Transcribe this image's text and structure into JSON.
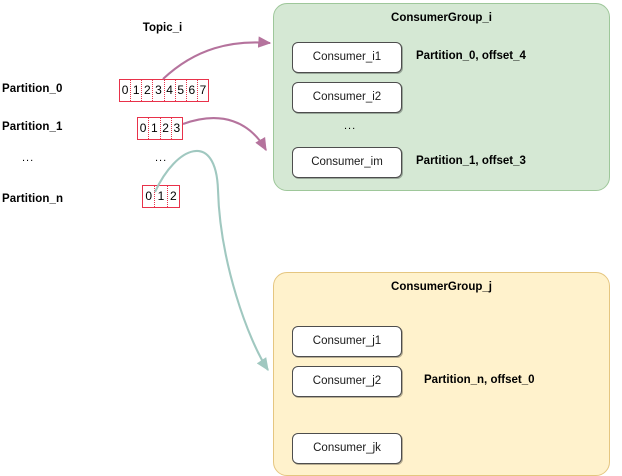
{
  "topic": {
    "title": "Topic_i",
    "partitions": [
      {
        "label": "Partition_0",
        "cells": [
          "0",
          "1",
          "2",
          "3",
          "4",
          "5",
          "6",
          "7"
        ]
      },
      {
        "label": "Partition_1",
        "cells": [
          "0",
          "1",
          "2",
          "3"
        ]
      },
      {
        "label": "...",
        "cells_ellipsis": "..."
      },
      {
        "label": "Partition_n",
        "cells": [
          "0",
          "1",
          "2"
        ]
      }
    ]
  },
  "groups": [
    {
      "title": "ConsumerGroup_i",
      "color": "#d5e8d4",
      "border_color": "#9ec79a",
      "consumers": [
        {
          "label": "Consumer_i1"
        },
        {
          "label": "Consumer_i2"
        },
        {
          "label": "..."
        },
        {
          "label": "Consumer_im"
        }
      ],
      "assignments": [
        {
          "label": "Partition_0, offset_4"
        },
        {
          "label": "Partition_1, offset_3"
        }
      ]
    },
    {
      "title": "ConsumerGroup_j",
      "color": "#fff2cc",
      "border_color": "#e5c680",
      "consumers": [
        {
          "label": "Consumer_j1"
        },
        {
          "label": "Consumer_j2"
        },
        {
          "label": "Consumer_jk"
        }
      ],
      "assignments": [
        {
          "label": "Partition_n, offset_0"
        }
      ]
    }
  ],
  "arrows": [
    {
      "name": "partition0-to-consumer-i1",
      "color": "#b5739d",
      "from": "Partition_0",
      "to": "Consumer_i1"
    },
    {
      "name": "partition1-to-consumer-im",
      "color": "#b5739d",
      "from": "Partition_1",
      "to": "Consumer_im"
    },
    {
      "name": "partitionn-to-consumer-j2",
      "color": "#a0c8c0",
      "from": "Partition_n",
      "to": "Consumer_j2"
    }
  ],
  "colors": {
    "partition_border": "#e8324a",
    "consumer_border": "#4d4d4d",
    "arrow_purple": "#b5739d",
    "arrow_teal": "#a0c8c0"
  }
}
